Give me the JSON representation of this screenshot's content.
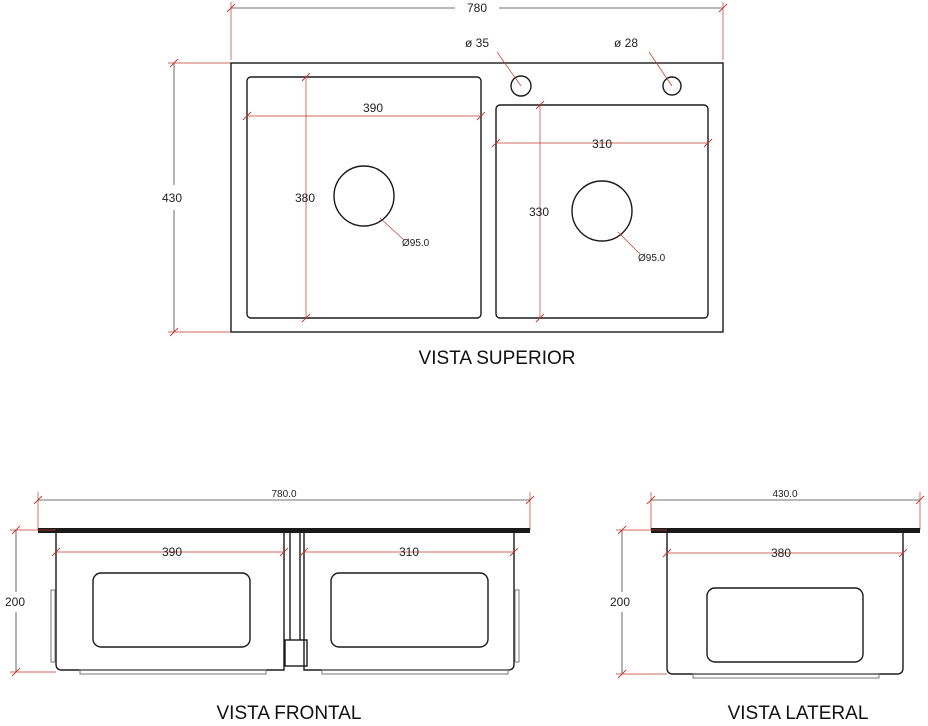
{
  "top_view": {
    "overall_width": "780",
    "overall_depth": "430",
    "hole_large": "ø 35",
    "hole_small": "ø 28",
    "left_bowl_width": "390",
    "left_bowl_depth": "380",
    "left_drain": "Ø95.0",
    "right_bowl_width": "310",
    "right_bowl_depth": "330",
    "right_drain": "Ø95.0",
    "caption": "VISTA SUPERIOR"
  },
  "front_view": {
    "overall_width": "780.0",
    "left_bowl_width": "390",
    "right_bowl_width": "310",
    "height": "200",
    "caption": "VISTA FRONTAL"
  },
  "side_view": {
    "overall_depth": "430.0",
    "bowl_depth": "380",
    "height": "200",
    "caption": "VISTA LATERAL"
  }
}
